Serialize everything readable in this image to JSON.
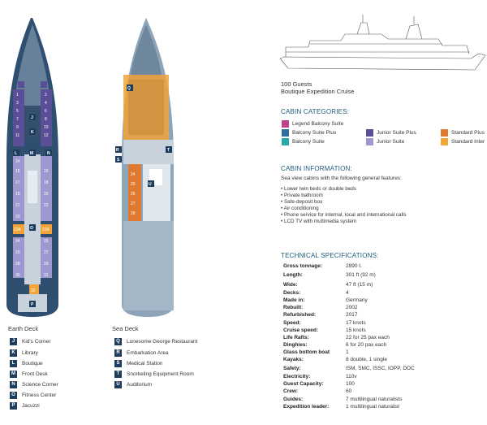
{
  "ship": {
    "guests": "100 Guests",
    "subtitle": "Boutique Expedition Cruise"
  },
  "cabin_categories": {
    "title": "CABIN CATEGORIES:",
    "items": [
      {
        "label": "Legend Balcony Suite",
        "color": "#c0418b"
      },
      {
        "label": "Balcony Suite Plus",
        "color": "#2f6f9f"
      },
      {
        "label": "Junior Suite Plus",
        "color": "#5a4e96"
      },
      {
        "label": "Standard Plus",
        "color": "#e07a30"
      },
      {
        "label": "Balcony Suite",
        "color": "#2aa7a9"
      },
      {
        "label": "Junior Suite",
        "color": "#9f97cf"
      },
      {
        "label": "Standard Inter",
        "color": "#f2a33a"
      }
    ]
  },
  "cabin_information": {
    "title": "CABIN INFORMATION:",
    "intro": "Sea view cabins with the following general features:",
    "features": [
      "• Lower twin beds or double beds",
      "• Private bathroom",
      "• Safe-deposit box",
      "• Air conditioning",
      "• Phone service for internal, local and international calls",
      "• LCD TV with multimedia system"
    ]
  },
  "technical_specifications": {
    "title": "TECHNICAL SPECIFICATIONS:",
    "rows": [
      {
        "k": "Gross tonnage:",
        "v": "2890 t."
      },
      {
        "k": "Length:",
        "v": "301 ft (92 m)"
      },
      {
        "k": "Wide:",
        "v": "47 ft (15 m)"
      },
      {
        "k": "Decks:",
        "v": "4"
      },
      {
        "k": "Made in:",
        "v": "Germany"
      },
      {
        "k": "Rebuilt:",
        "v": "2002"
      },
      {
        "k": "Refurbished:",
        "v": "2017"
      },
      {
        "k": "Speed:",
        "v": "17 knots"
      },
      {
        "k": "Cruise speed:",
        "v": "15 knots"
      },
      {
        "k": "Life Rafts:",
        "v": "22 for 25 pax each"
      },
      {
        "k": "Dinghies:",
        "v": "6 for 20 pax each"
      },
      {
        "k": "Glass bottom boat",
        "v": "1"
      },
      {
        "k": "Kayaks:",
        "v": "8 double, 1 single"
      },
      {
        "k": "Safety:",
        "v": "ISM, SMC, ISSC, IOPP, DOC"
      },
      {
        "k": "Electricity:",
        "v": "110v"
      },
      {
        "k": "Guest Capacity:",
        "v": "100"
      },
      {
        "k": "Crew:",
        "v": "60"
      },
      {
        "k": "Guides:",
        "v": "7 multilingual naturalists"
      },
      {
        "k": "Expedition leader:",
        "v": "1 multilingual naturalist"
      }
    ]
  },
  "earth_deck": {
    "title": "Earth Deck",
    "legend": [
      {
        "key": "J",
        "label": "Kid's Corner"
      },
      {
        "key": "K",
        "label": "Library"
      },
      {
        "key": "L",
        "label": "Boutique"
      },
      {
        "key": "M",
        "label": "Front Desk"
      },
      {
        "key": "N",
        "label": "Science Corner"
      },
      {
        "key": "O",
        "label": "Fitness Center"
      },
      {
        "key": "P",
        "label": "Jacuzzi"
      }
    ]
  },
  "sea_deck": {
    "title": "Sea Deck",
    "legend": [
      {
        "key": "Q",
        "label": "Lonesome George Restaurant"
      },
      {
        "key": "R",
        "label": "Embarkation Area"
      },
      {
        "key": "S",
        "label": "Medical Station"
      },
      {
        "key": "T",
        "label": "Snorkeling Equipment Room"
      },
      {
        "key": "U",
        "label": "Auditorium"
      }
    ]
  },
  "deck_plan_labels": {
    "earth": [
      "1",
      "2",
      "3",
      "4",
      "5",
      "6",
      "7",
      "8",
      "9",
      "10",
      "11",
      "12",
      "14",
      "15",
      "16",
      "17",
      "18",
      "19",
      "20",
      "21",
      "22",
      "23",
      "23A",
      "24",
      "25",
      "26",
      "27",
      "28",
      "29",
      "30",
      "31",
      "32",
      "J",
      "K",
      "L",
      "M",
      "N",
      "O",
      "P"
    ],
    "sea": [
      "24",
      "25",
      "26",
      "27",
      "28",
      "Q",
      "R",
      "S",
      "T",
      "U"
    ]
  }
}
